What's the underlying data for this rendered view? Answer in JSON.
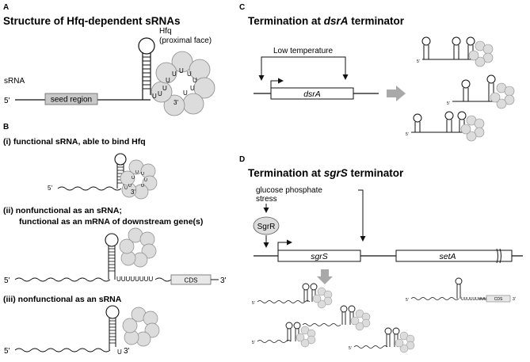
{
  "panels": {
    "a": {
      "letter": "A",
      "title": "Structure of Hfq-dependent sRNAs",
      "srna_label": "sRNA",
      "five_prime": "5'",
      "three_prime": "3'",
      "seed_label": "seed region",
      "hfq_label": "Hfq",
      "hfq_sub": "(proximal face)",
      "u": "U"
    },
    "b": {
      "letter": "B",
      "i": "(i) functional sRNA, able to bind Hfq",
      "ii_line1": "(ii) nonfunctional as an sRNA;",
      "ii_line2": "functional as an mRNA of downstream gene(s)",
      "iii": "(iii) nonfunctional as an sRNA",
      "five_prime": "5'",
      "three_prime": "3'",
      "poly_u": "UUUUUUUU",
      "cds": "CDS",
      "u": "U"
    },
    "c": {
      "letter": "C",
      "title_pre": "Termination at ",
      "title_gene": "dsrA",
      "title_post": " terminator",
      "condition": "Low temperature",
      "gene": "dsrA",
      "five_prime": "5'"
    },
    "d": {
      "letter": "D",
      "title_pre": "Termination at ",
      "title_gene": "sgrS",
      "title_post": " terminator",
      "stress_line1": "glucose phosphate",
      "stress_line2": "stress",
      "regulator": "SgrR",
      "gene1": "sgrS",
      "gene2": "setA",
      "five_prime": "5'",
      "three_prime": "3'",
      "cds": "CDS",
      "poly_u": "UUUUUUUUU"
    }
  },
  "colors": {
    "hfq_fill": "#dcdcdc",
    "hfq_stroke": "#8a8a8a",
    "seed_fill": "#c8c8c8",
    "arrow_gray": "#a9a9a9",
    "cds_fill": "#e8e8e8"
  }
}
